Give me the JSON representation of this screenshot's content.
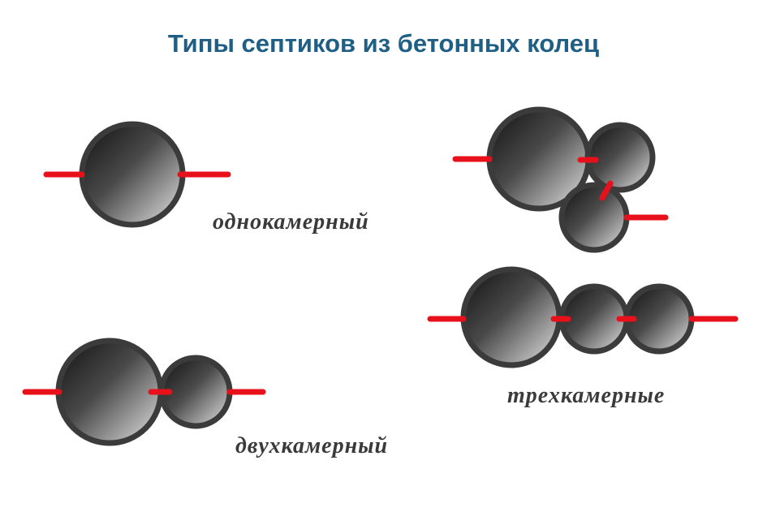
{
  "title": "Типы септиков из бетонных колец",
  "labels": {
    "single": "однокамерный",
    "double": "двухкамерный",
    "triple": "трехкамерные"
  },
  "colors": {
    "title": "#1f5f86",
    "ring": "#3b3b3b",
    "pipe": "#e8101a",
    "label": "#3a3a3a"
  }
}
